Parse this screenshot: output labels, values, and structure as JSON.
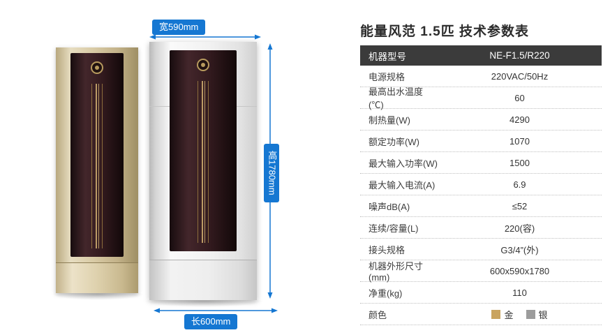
{
  "dimensions": {
    "width_label": "宽590mm",
    "height_label": "高1780mm",
    "length_label": "长600mm"
  },
  "table": {
    "title": "能量风范  1.5匹 技术参数表",
    "header": {
      "label": "机器型号",
      "value": "NE-F1.5/R220"
    },
    "rows": [
      {
        "label": "电源规格",
        "value": "220VAC/50Hz"
      },
      {
        "label": "最高出水温度(℃)",
        "value": "60"
      },
      {
        "label": "制热量(W)",
        "value": "4290"
      },
      {
        "label": "额定功率(W)",
        "value": "1070"
      },
      {
        "label": "最大输入功率(W)",
        "value": "1500"
      },
      {
        "label": "最大输入电流(A)",
        "value": "6.9"
      },
      {
        "label": "噪声dB(A)",
        "value": "≤52"
      },
      {
        "label": "连续/容量(L)",
        "value": "220(容)"
      },
      {
        "label": "接头规格",
        "value": "G3/4”(外)"
      },
      {
        "label": "机器外形尺寸(mm)",
        "value": "600x590x1780"
      },
      {
        "label": "净重(kg)",
        "value": "110"
      }
    ],
    "color_row": {
      "label": "颜色",
      "options": [
        {
          "name": "金",
          "hex": "#c9a45f"
        },
        {
          "name": "银",
          "hex": "#9c9c9c"
        }
      ]
    }
  },
  "colors": {
    "accent_blue": "#1577d2",
    "header_bg": "#3b3b3b"
  }
}
